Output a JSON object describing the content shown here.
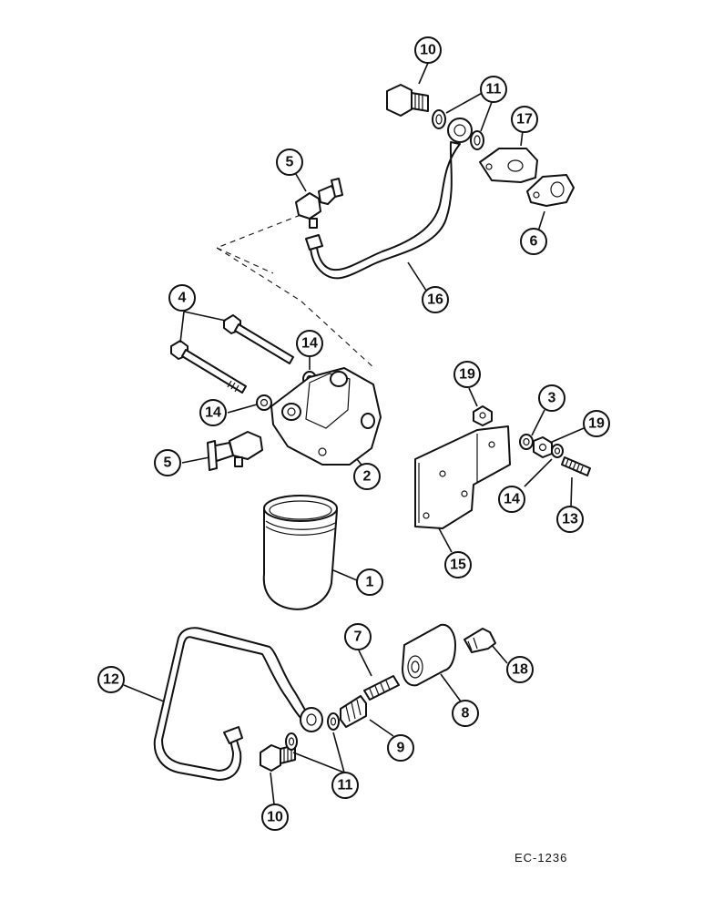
{
  "diagram": {
    "reference": "EC-1236",
    "callouts": [
      "10",
      "11",
      "17",
      "5",
      "6",
      "16",
      "4",
      "14",
      "14",
      "5",
      "2",
      "19",
      "3",
      "19",
      "14",
      "13",
      "15",
      "1",
      "7",
      "18",
      "12",
      "8",
      "9",
      "11",
      "10"
    ]
  },
  "colors": {
    "ink": "#111111",
    "paper": "#ffffff"
  }
}
